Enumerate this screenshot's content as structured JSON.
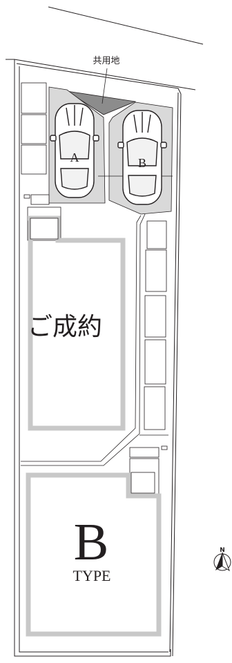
{
  "common_area_label": "共用地",
  "parking": {
    "spot_a_label": "A",
    "spot_b_label": "B"
  },
  "lot_sold": {
    "status_label": "ご成約"
  },
  "lot_b": {
    "type_letter": "B",
    "type_label": "TYPE"
  },
  "compass": {
    "north_label": "N",
    "icon": "north-arrow-icon"
  },
  "colors": {
    "line": "#231f20",
    "wall_gray": "#c8c8c8",
    "parking_fill": "#d9d9d9",
    "common_fill": "#8c8c8c"
  }
}
